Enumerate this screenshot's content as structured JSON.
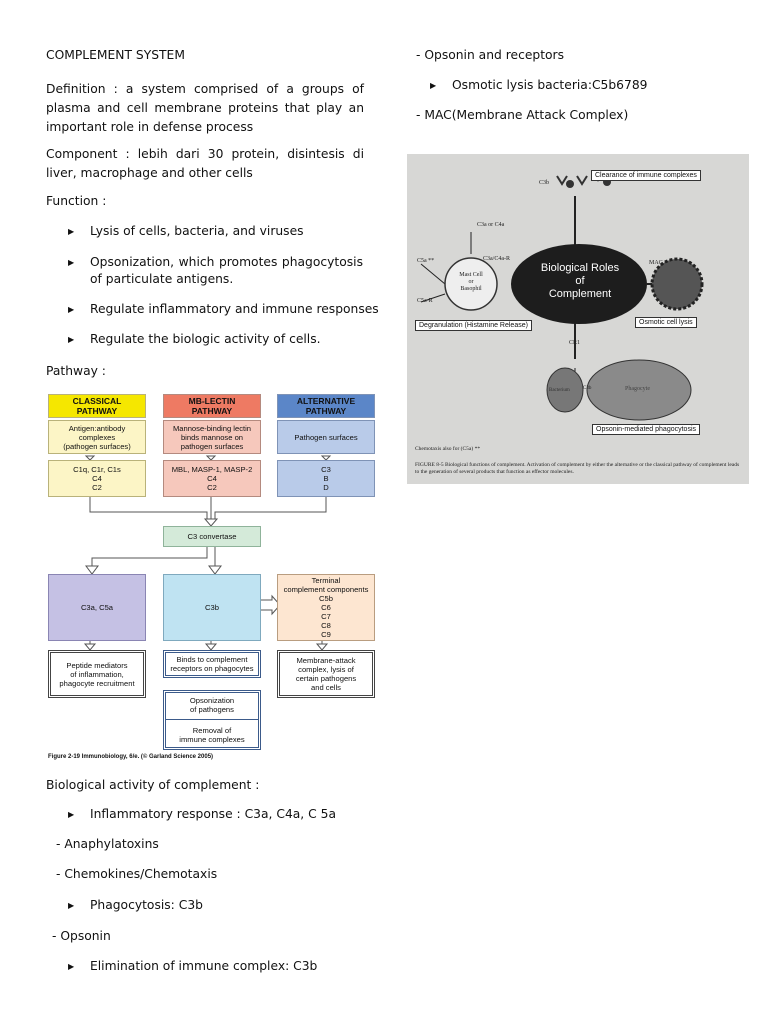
{
  "left": {
    "heading": "COMPLEMENT SYSTEM",
    "definition": "Definition : a system comprised of  a groups of plasma and cell membrane proteins that play an important role in defense process",
    "component": "Component : lebih dari 30 protein, disintesis di liver, macrophage and other cells",
    "function_label": "Function :",
    "functions": [
      "Lysis of cells, bacteria, and viruses",
      "Opsonization, which promotes phagocytosis of particulate antigens.",
      "Regulate inflammatory and immune responses",
      "Regulate the biologic activity of cells."
    ],
    "pathway_label": "Pathway :",
    "bio_label": "Biological activity of complement :",
    "bio_items": {
      "inflammatory": "Inflammatory response :  C3a, C4a, C 5a",
      "anaphylatoxins": "- Anaphylatoxins",
      "chemokines": "- Chemokines/Chemotaxis",
      "phagocytosis": "Phagocytosis: C3b",
      "opsonin": "- Opsonin",
      "elimination": "Elimination of immune complex: C3b"
    }
  },
  "right": {
    "opsonin_receptors": "- Opsonin and receptors",
    "osmotic": "Osmotic lysis bacteria:C5b6789",
    "mac": "- MAC(Membrane Attack Complex)"
  },
  "pathway_diagram": {
    "classical": {
      "title": "CLASSICAL\nPATHWAY",
      "trigger": "Antigen:antibody\ncomplexes\n(pathogen surfaces)",
      "components": "C1q, C1r, C1s\nC4\nC2"
    },
    "lectin": {
      "title": "MB-LECTIN\nPATHWAY",
      "trigger": "Mannose-binding lectin\nbinds mannose on\npathogen surfaces",
      "components": "MBL, MASP-1, MASP-2\nC4\nC2"
    },
    "alternative": {
      "title": "ALTERNATIVE\nPATHWAY",
      "trigger": "Pathogen surfaces",
      "components": "C3\nB\nD"
    },
    "convertase": "C3 convertase",
    "c3a": "C3a, C5a",
    "c3b": "C3b",
    "terminal": "Terminal\ncomplement components\nC5b\nC6\nC7\nC8\nC9",
    "peptide": "Peptide mediators\nof inflammation,\nphagocyte recruitment",
    "binds": "Binds to complement\nreceptors on phagocytes",
    "opsonization": "Opsonization\nof pathogens",
    "removal": "Removal of\nimmune complexes",
    "mac_box": "Membrane-attack\ncomplex, lysis of\ncertain pathogens\nand cells",
    "caption": "Figure 2-19  Immunobiology, 6/e. (© Garland Science 2005)"
  },
  "roles_figure": {
    "center": "Biological Roles\nof\nComplement",
    "clearance": "Clearance of immune complexes",
    "degranulation": "Degranulation (Histamine Release)",
    "osmotic": "Osmotic cell lysis",
    "opsonin": "Opsonin-mediated phagocytosis",
    "c3b": "C3b",
    "c3a": "C3a or C4a",
    "c3a_r": "C3a/C4a-R",
    "c5a": "C5a **",
    "c5a_r": "C5a-R",
    "mast": "Mast Cell\nor\nBasophil",
    "mac": "MAC",
    "bacterium": "Bacterium",
    "cr1": "CR1",
    "c3b_small": "C3b",
    "phagocyte": "Phagocyte",
    "chemotaxis": "Chemotaxis also for (C5a) **",
    "caption": "FIGURE 8-5  Biological functions of complement. Activation of complement by either the alternative or the classical pathway of complement leads to the generation of several products that function as effector molecules."
  }
}
